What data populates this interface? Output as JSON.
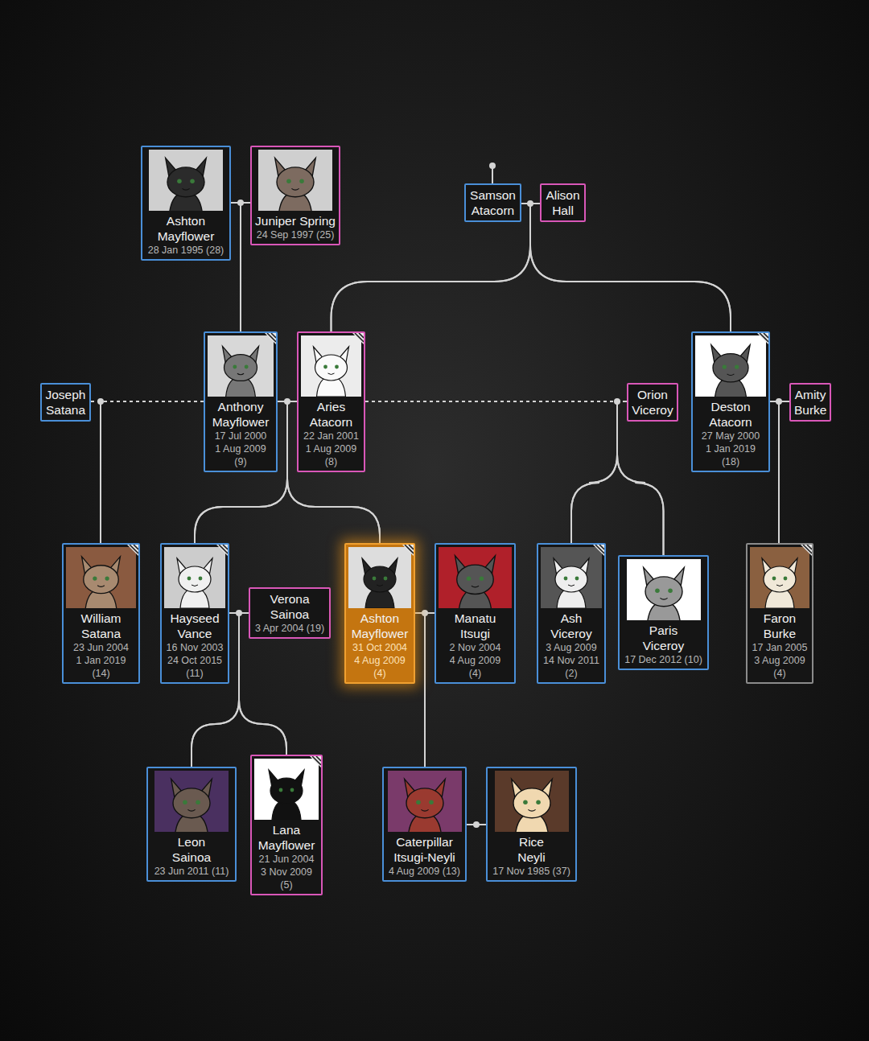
{
  "diagram": {
    "nodes": [
      {
        "text": [
          "Ashton Mayflower",
          "28 Jan 1995 (28)"
        ]
      },
      {
        "text": [
          "Juniper Spring",
          "24 Sep 1997 (25)"
        ]
      },
      {
        "text": [
          "Samson Atacorn"
        ]
      },
      {
        "text": [
          "Alison Hall"
        ]
      },
      {
        "text": [
          "Joseph Satana"
        ]
      },
      {
        "text": [
          "Anthony Mayflower",
          "17 Jul 2000",
          "1 Aug 2009",
          "(9)"
        ]
      },
      {
        "text": [
          "Aries Atacorn",
          "22 Jan 2001",
          "1 Aug 2009",
          "(8)"
        ]
      },
      {
        "text": [
          "Orion Viceroy"
        ]
      },
      {
        "text": [
          "Deston Atacorn",
          "27 May 2000",
          "1 Jan 2019",
          "(18)"
        ]
      },
      {
        "text": [
          "Amity Burke"
        ]
      },
      {
        "text": [
          "William Satana",
          "23 Jun 2004",
          "1 Jan 2019",
          "(14)"
        ]
      },
      {
        "text": [
          "Hayseed Vance",
          "16 Nov 2003",
          "24 Oct 2015",
          "(11)"
        ]
      },
      {
        "text": [
          "Verona Sainoa",
          "3 Apr 2004 (19)"
        ]
      },
      {
        "text": [
          "Ashton Mayflower",
          "31 Oct 2004",
          "4 Aug 2009",
          "(4)"
        ]
      },
      {
        "text": [
          "Manatu Itsugi",
          "2 Nov 2004",
          "4 Aug 2009",
          "(4)"
        ]
      },
      {
        "text": [
          "Ash Viceroy",
          "3 Aug 2009",
          "14 Nov 2011",
          "(2)"
        ]
      },
      {
        "text": [
          "Paris Viceroy",
          "17 Dec 2012 (10)"
        ]
      },
      {
        "text": [
          "Faron Burke",
          "17 Jan 2005",
          "3 Aug 2009",
          "(4)"
        ]
      },
      {
        "text": [
          "Leon Sainoa",
          "23 Jun 2011 (11)"
        ]
      },
      {
        "text": [
          "Lana Mayflower",
          "21 Jun 2004",
          "3 Nov 2009",
          "(5)"
        ]
      },
      {
        "text": [
          "Caterpillar Itsugi-Neyli",
          "4 Aug 2009 (13)"
        ]
      },
      {
        "text": [
          "Rice Neyli",
          "17 Nov 1985 (37)"
        ]
      }
    ],
    "edges": [
      {
        "from": 0,
        "to": 1,
        "arrow": "none"
      },
      {
        "from": 0,
        "to": 5,
        "arrow": "none"
      },
      {
        "from": 1,
        "to": 5,
        "arrow": "none"
      },
      {
        "from": 2,
        "to": 3,
        "arrow": "none"
      },
      {
        "from": 2,
        "to": 6,
        "arrow": "none"
      },
      {
        "from": 3,
        "to": 6,
        "arrow": "none"
      },
      {
        "from": 2,
        "to": 8,
        "arrow": "none"
      },
      {
        "from": 3,
        "to": 8,
        "arrow": "none"
      },
      {
        "from": 4,
        "to": 5,
        "arrow": "none"
      },
      {
        "from": 5,
        "to": 6,
        "arrow": "none"
      },
      {
        "from": 6,
        "to": 7,
        "arrow": "none"
      },
      {
        "from": 8,
        "to": 9,
        "arrow": "none"
      },
      {
        "from": 4,
        "to": 10,
        "arrow": "none"
      },
      {
        "from": 5,
        "to": 10,
        "arrow": "none"
      },
      {
        "from": 5,
        "to": 11,
        "arrow": "none"
      },
      {
        "from": 6,
        "to": 11,
        "arrow": "none"
      },
      {
        "from": 5,
        "to": 13,
        "arrow": "none"
      },
      {
        "from": 6,
        "to": 13,
        "arrow": "none"
      },
      {
        "from": 6,
        "to": 15,
        "arrow": "none"
      },
      {
        "from": 7,
        "to": 15,
        "arrow": "none"
      },
      {
        "from": 6,
        "to": 16,
        "arrow": "none"
      },
      {
        "from": 7,
        "to": 16,
        "arrow": "none"
      },
      {
        "from": 8,
        "to": 17,
        "arrow": "none"
      },
      {
        "from": 9,
        "to": 17,
        "arrow": "none"
      },
      {
        "from": 11,
        "to": 12,
        "arrow": "none"
      },
      {
        "from": 13,
        "to": 14,
        "arrow": "none"
      },
      {
        "from": 11,
        "to": 18,
        "arrow": "none"
      },
      {
        "from": 12,
        "to": 18,
        "arrow": "none"
      },
      {
        "from": 11,
        "to": 19,
        "arrow": "none"
      },
      {
        "from": 12,
        "to": 19,
        "arrow": "none"
      },
      {
        "from": 13,
        "to": 20,
        "arrow": "none"
      },
      {
        "from": 14,
        "to": 20,
        "arrow": "none"
      },
      {
        "from": 20,
        "to": 21,
        "arrow": "none"
      }
    ]
  }
}
